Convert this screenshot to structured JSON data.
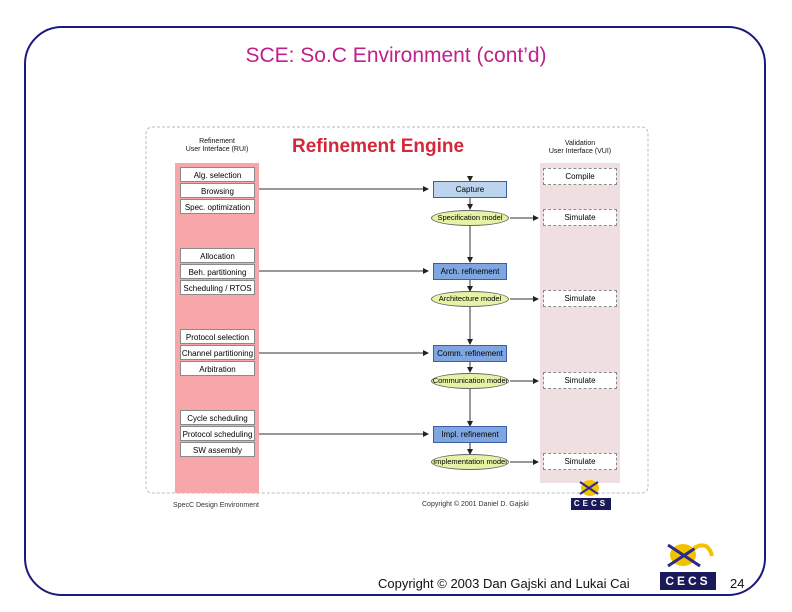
{
  "slide": {
    "title": "SCE: So.C Environment (cont’d)",
    "footer_copyright": "Copyright © 2003 Dan Gajski and Lukai Cai",
    "page_number": "24",
    "logo_text": "CECS"
  },
  "figure": {
    "title": "Refinement Engine",
    "rui_header": [
      "Refinement",
      "User Interface (RUI)"
    ],
    "vui_header": [
      "Validation",
      "User Interface (VUI)"
    ],
    "rui_items": [
      "Alg. selection",
      "Browsing",
      "Spec. optimization",
      "Allocation",
      "Beh. partitioning",
      "Scheduling / RTOS",
      "Protocol selection",
      "Channel partitioning",
      "Arbitration",
      "Cycle scheduling",
      "Protocol scheduling",
      "SW assembly"
    ],
    "tools": [
      "Capture",
      "Arch. refinement",
      "Comm. refinement",
      "Impl. refinement"
    ],
    "models": [
      "Specification model",
      "Architecture model",
      "Communication model",
      "Implementation model"
    ],
    "vui_items": [
      "Compile",
      "Simulate",
      "Simulate",
      "Simulate",
      "Simulate"
    ],
    "footer_left": "SpecC Design Environment",
    "footer_right": "Copyright © 2001 Daniel D. Gajski",
    "logo_text": "CECS"
  },
  "colors": {
    "title": "#c0208a",
    "fig_title": "#d4283a",
    "frame": "#1a1a7a",
    "rui_panel": "#f7a6a9",
    "vui_panel": "#efdfe0",
    "capture_box": "#bcd4ee",
    "refine_box": "#7fa6e0",
    "model": "#e4f3a6"
  }
}
